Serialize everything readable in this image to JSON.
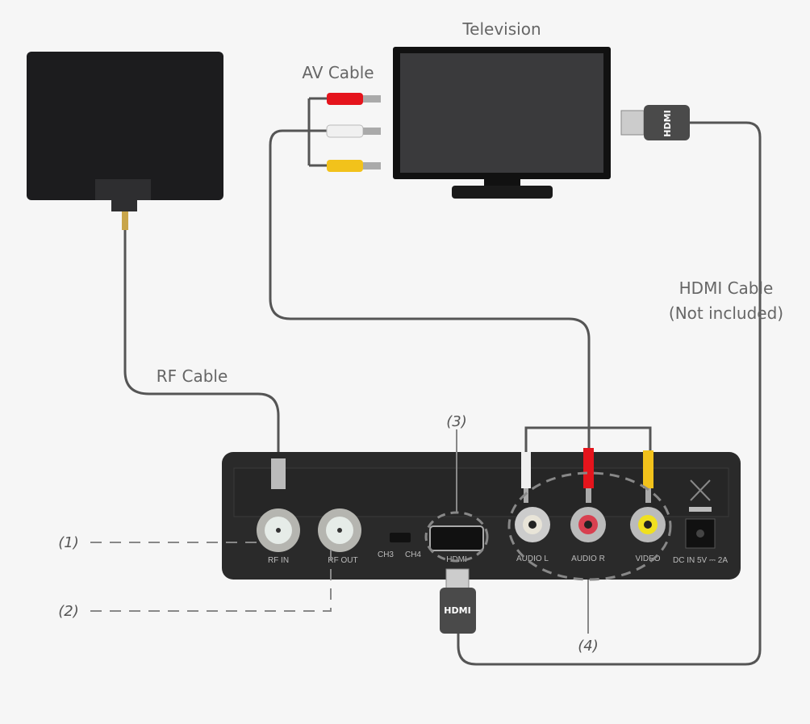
{
  "labels": {
    "television": "Television",
    "av_cable": "AV Cable",
    "rf_cable": "RF Cable",
    "hdmi_cable_1": "HDMI Cable",
    "hdmi_cable_2": "(Not included)",
    "callout_1": "(1)",
    "callout_2": "(2)",
    "callout_3": "(3)",
    "callout_4": "(4)"
  },
  "ports": {
    "rf_in": "RF IN",
    "rf_out": "RF OUT",
    "ch3": "CH3",
    "ch4": "CH4",
    "hdmi": "HDMI",
    "audio_l": "AUDIO L",
    "audio_r": "AUDIO R",
    "video": "VIDEO",
    "dc_in": "DC IN 5V ⎓ 2A"
  },
  "plug_text": "HDMI",
  "colors": {
    "red": "#e5141c",
    "white": "#f0f0f0",
    "yellow": "#f2c21b",
    "cable": "#555555",
    "device": "#2a2a2a"
  }
}
